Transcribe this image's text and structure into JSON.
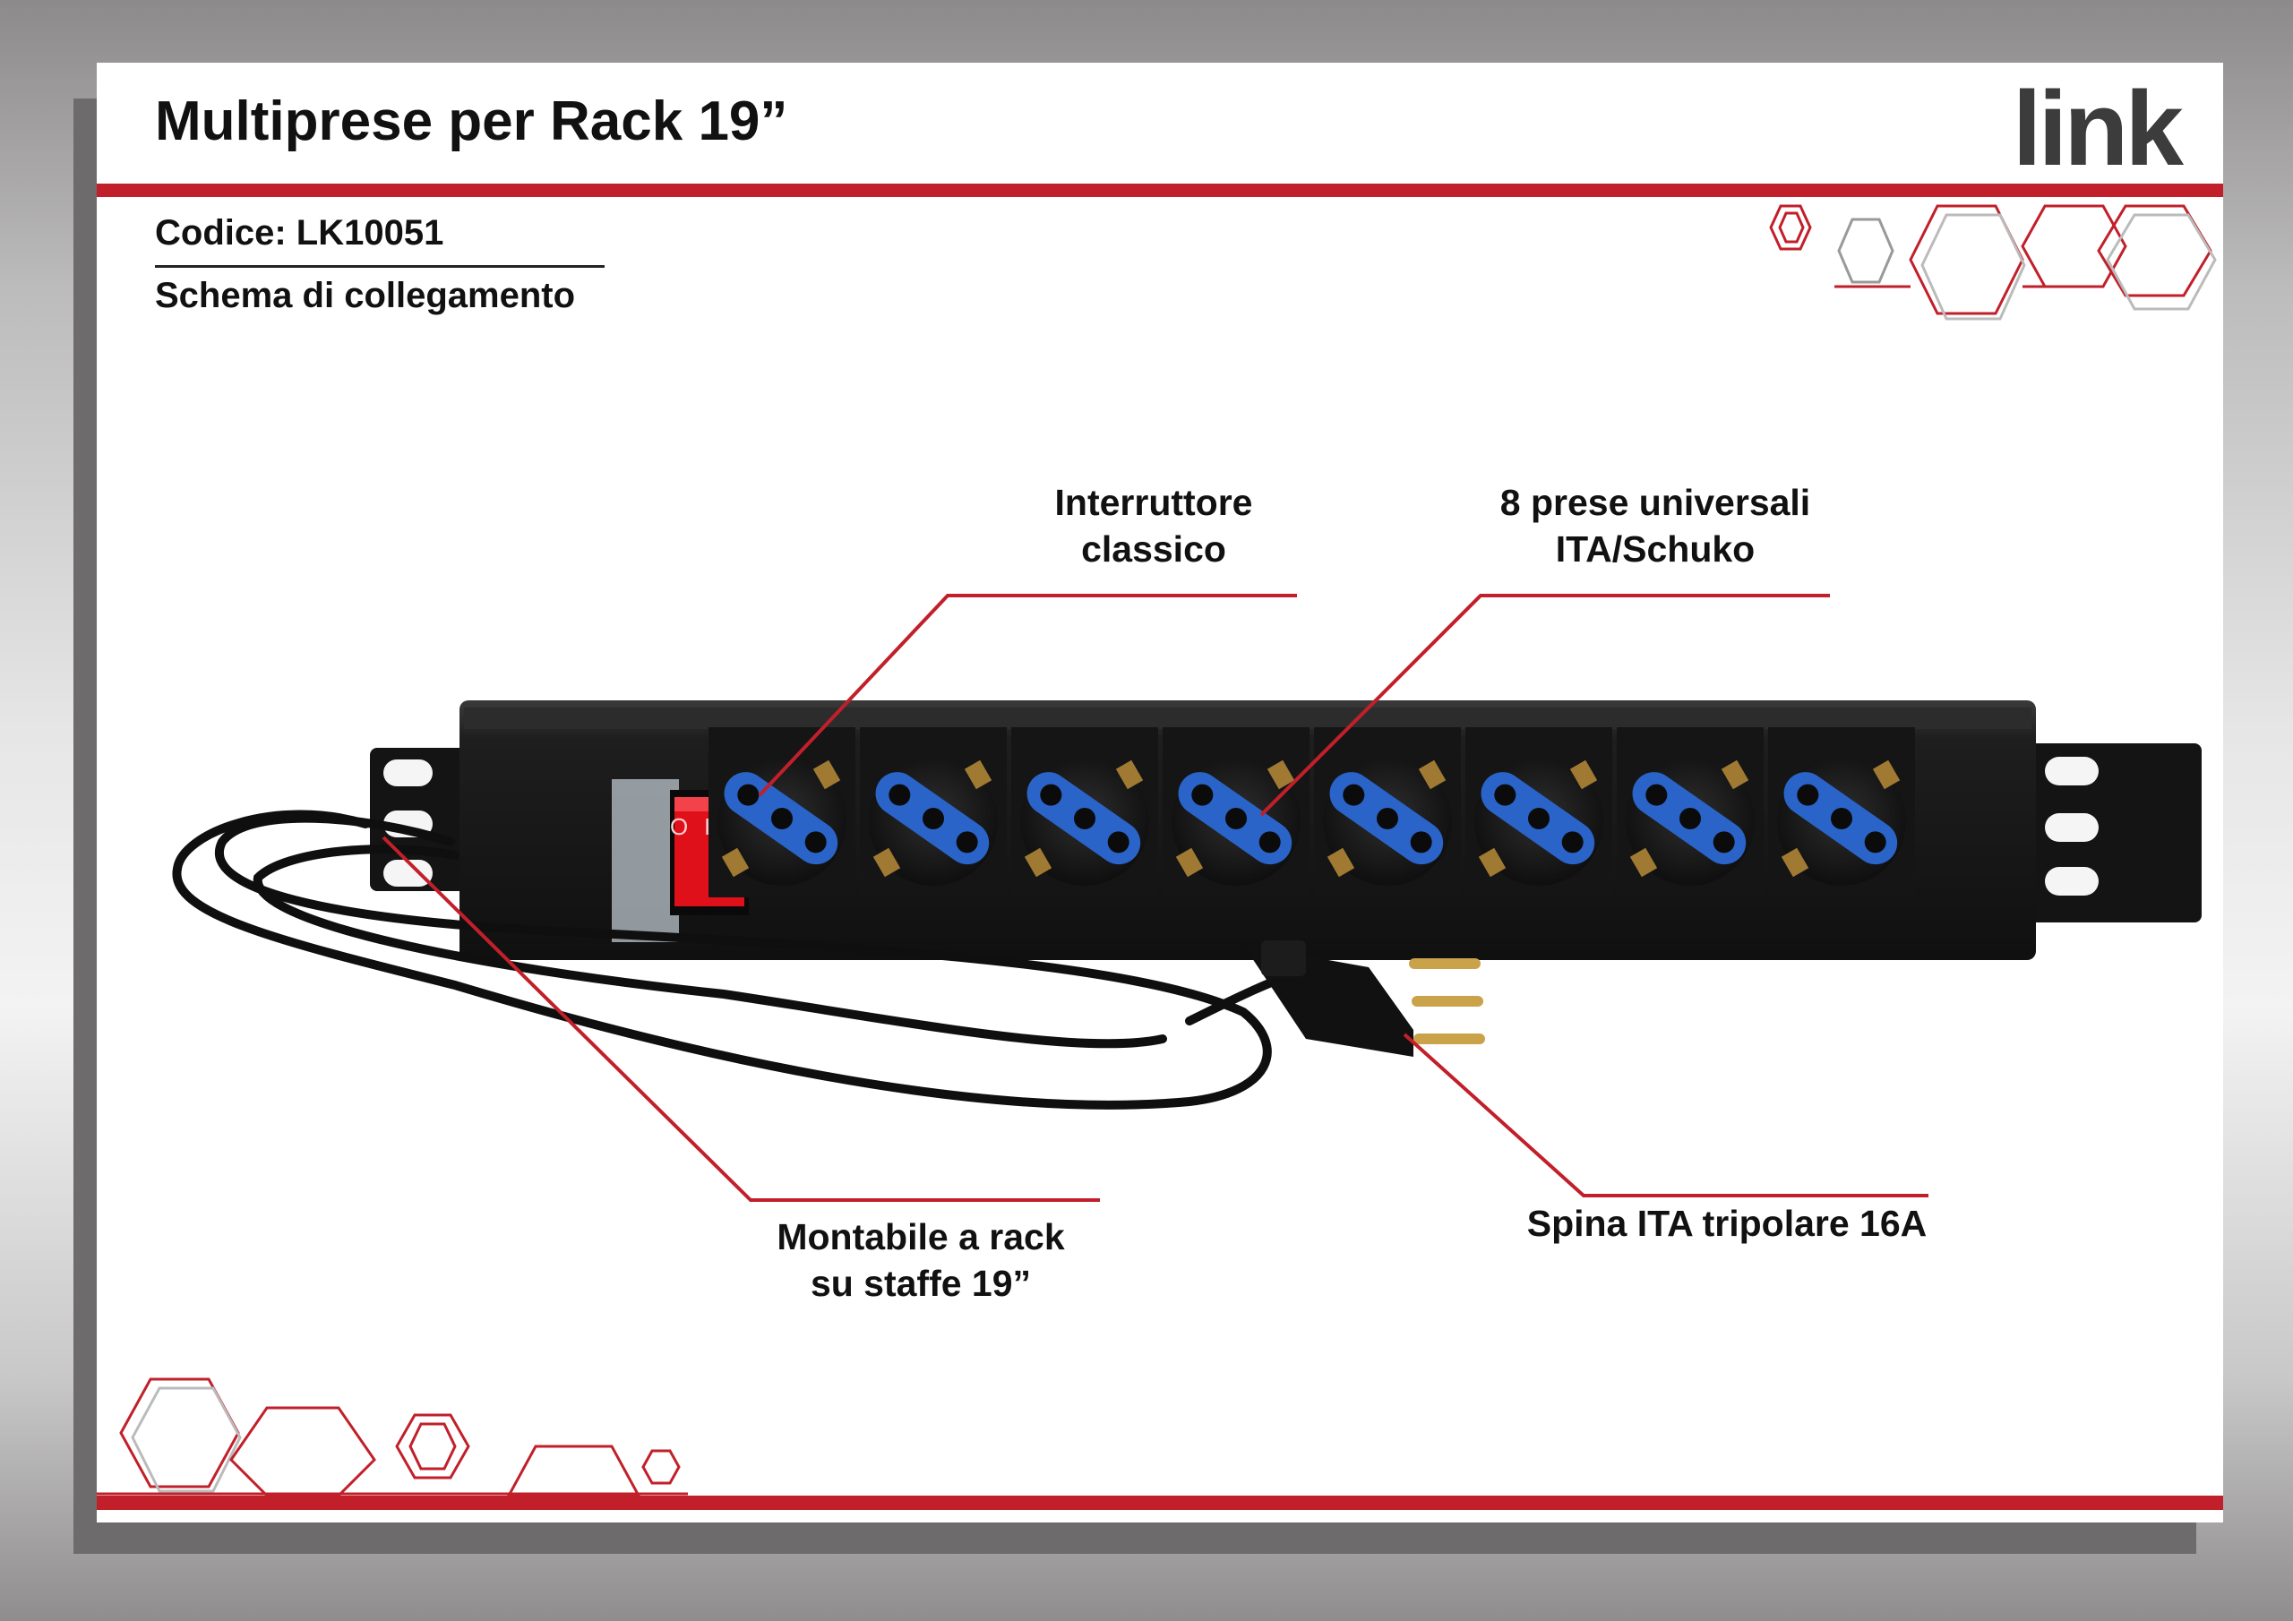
{
  "header": {
    "title": "Multiprese per Rack 19”",
    "logo": "link"
  },
  "info": {
    "code": "Codice: LK10051",
    "subtitle": "Schema di collegamento"
  },
  "callouts": {
    "switch": "Interruttore\nclassico",
    "sockets": "8 prese universali\nITA/Schuko",
    "rack": "Montabile a rack\nsu staffe 19”",
    "plug": "Spina ITA tripolare 16A"
  },
  "switch_marks": {
    "off": "O",
    "on": "I"
  },
  "colors": {
    "accent_red": "#c1202a",
    "socket_blue": "#2a64c9",
    "body_black": "#1b1b1b",
    "switch_red": "#e0101a"
  },
  "product": {
    "socket_count": 8
  }
}
